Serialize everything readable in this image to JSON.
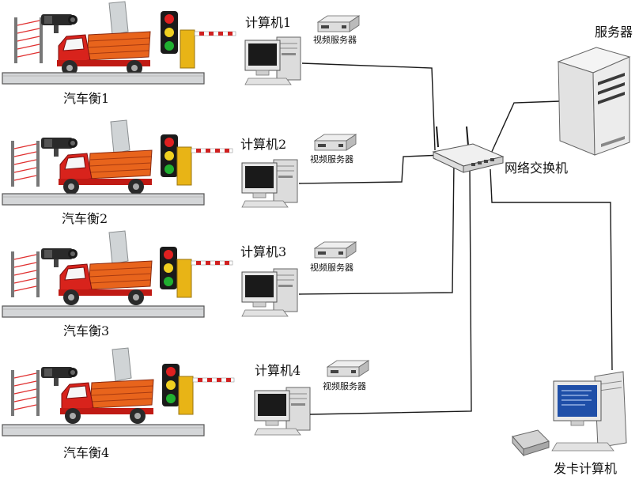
{
  "stations": [
    {
      "label": "汽车衡1",
      "computer_label": "计算机1",
      "video_label": "视频服务器"
    },
    {
      "label": "汽车衡2",
      "computer_label": "计算机2",
      "video_label": "视频服务器"
    },
    {
      "label": "汽车衡3",
      "computer_label": "计算机3",
      "video_label": "视频服务器"
    },
    {
      "label": "汽车衡4",
      "computer_label": "计算机4",
      "video_label": "视频服务器"
    }
  ],
  "server": {
    "label": "服务器"
  },
  "switch": {
    "label": "网络交换机"
  },
  "card_computer": {
    "label": "发卡计算机"
  },
  "colors": {
    "truck_red": "#d8231c",
    "truck_cargo": "#e8641c",
    "barrier_yellow": "#e8b416",
    "light_red": "#e02020",
    "light_yellow": "#f0d020",
    "light_green": "#20b030",
    "line": "#1a1a1a"
  },
  "icons": [
    "infrared-curtain-icon",
    "camera-icon",
    "rfid-reader-icon",
    "truck-icon",
    "traffic-light-icon",
    "barrier-gate-icon",
    "desktop-computer-icon",
    "video-server-icon",
    "network-switch-icon",
    "server-tower-icon",
    "card-reader-icon"
  ]
}
